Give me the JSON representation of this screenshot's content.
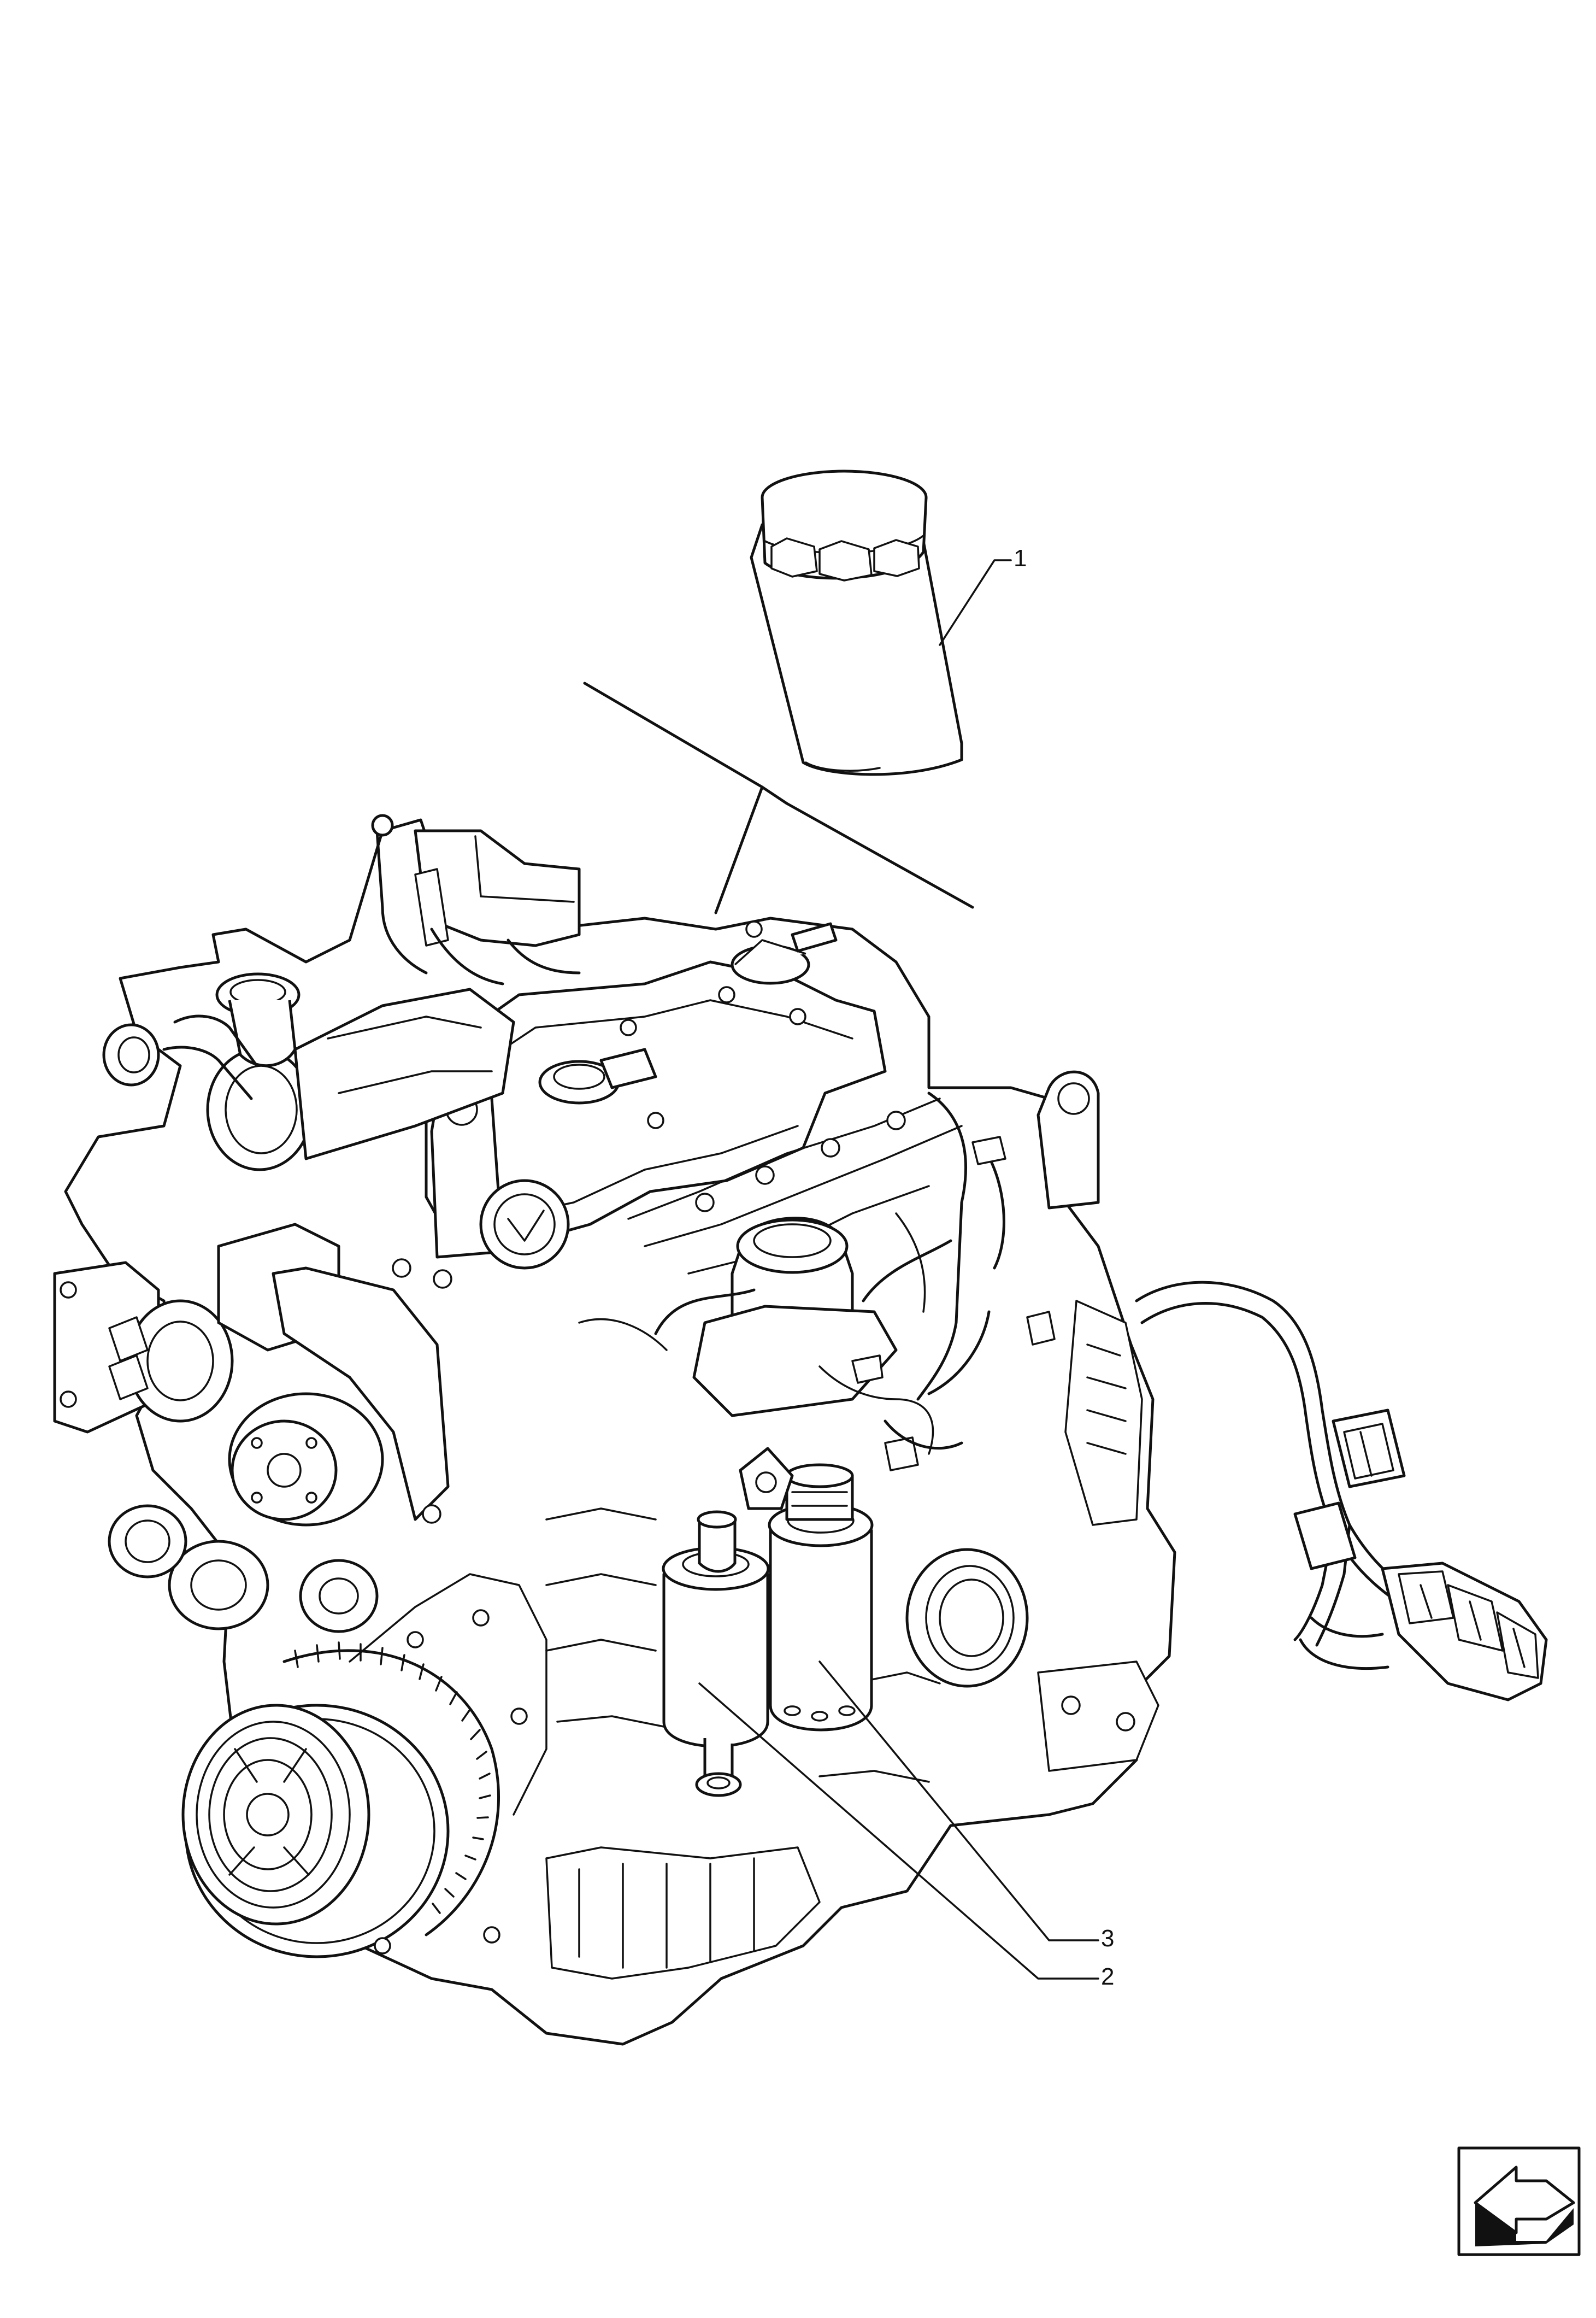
{
  "callouts": [
    {
      "number": "1",
      "part": "oil-filter"
    },
    {
      "number": "2",
      "part": "fuel-filter-primary"
    },
    {
      "number": "3",
      "part": "fuel-filter-secondary"
    }
  ],
  "colors": {
    "line": "#111111",
    "background": "#ffffff"
  },
  "icons": {
    "corner": "navigation-arrow-icon"
  }
}
